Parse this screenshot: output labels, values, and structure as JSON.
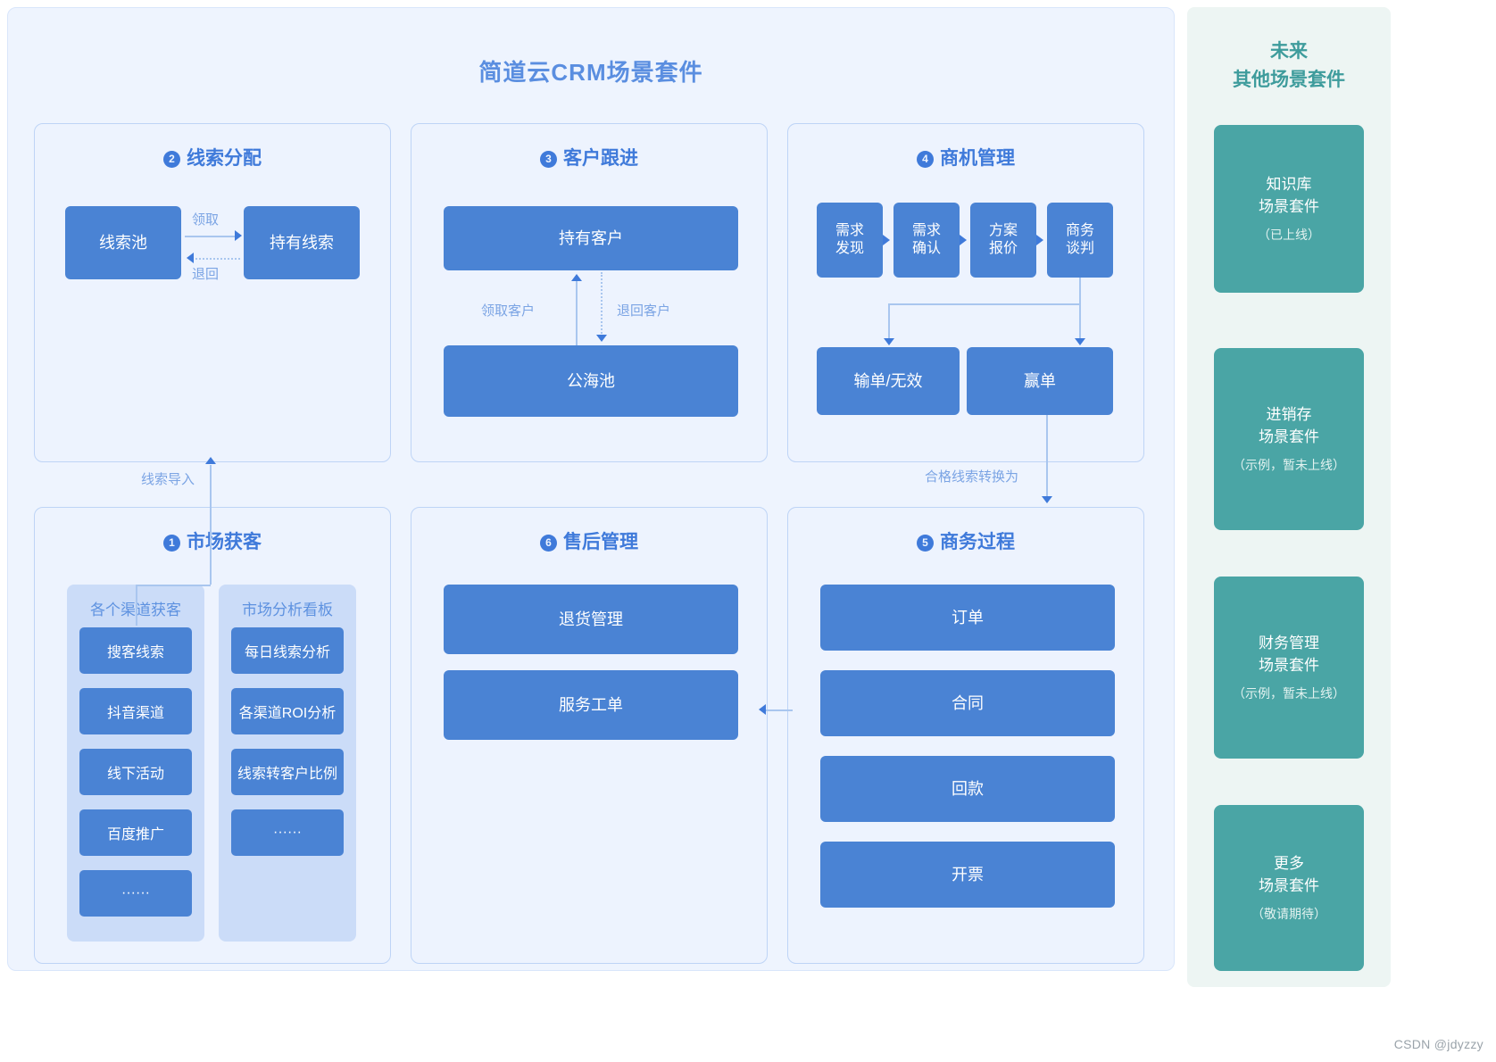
{
  "title": "简道云CRM场景套件",
  "watermark": "CSDN @jdyzzy",
  "sections": {
    "lead_assign": {
      "num": "2",
      "title": "线索分配",
      "nodes": {
        "pool": "线索池",
        "owned": "持有线索"
      },
      "edges": {
        "claim": "领取",
        "return": "退回"
      }
    },
    "customer_follow": {
      "num": "3",
      "title": "客户跟进",
      "nodes": {
        "owned": "持有客户",
        "sea": "公海池"
      },
      "edges": {
        "claim": "领取客户",
        "return": "退回客户"
      }
    },
    "opportunity": {
      "num": "4",
      "title": "商机管理",
      "stages": [
        "需求\n发现",
        "需求\n确认",
        "方案\n报价",
        "商务\n谈判"
      ],
      "stage_lines": [
        [
          "需求",
          "发现"
        ],
        [
          "需求",
          "确认"
        ],
        [
          "方案",
          "报价"
        ],
        [
          "商务",
          "谈判"
        ]
      ],
      "outcomes": {
        "lose": "输单/无效",
        "win": "赢单"
      }
    },
    "market": {
      "num": "1",
      "title": "市场获客",
      "groups": [
        {
          "title": "各个渠道获客",
          "items": [
            "搜客线索",
            "抖音渠道",
            "线下活动",
            "百度推广",
            "······"
          ]
        },
        {
          "title": "市场分析看板",
          "items": [
            "每日线索分析",
            "各渠道ROI分析",
            "线索转客户比例",
            "······"
          ]
        }
      ]
    },
    "after_sales": {
      "num": "6",
      "title": "售后管理",
      "items": [
        "退货管理",
        "服务工单"
      ]
    },
    "business": {
      "num": "5",
      "title": "商务过程",
      "items": [
        "订单",
        "合同",
        "回款",
        "开票"
      ]
    }
  },
  "cross_edges": {
    "lead_import": "线索导入",
    "qualified_convert": "合格线索转换为"
  },
  "sidebar": {
    "title_line1": "未来",
    "title_line2": "其他场景套件",
    "cards": [
      {
        "name_line1": "知识库",
        "name_line2": "场景套件",
        "state": "（已上线）"
      },
      {
        "name_line1": "进销存",
        "name_line2": "场景套件",
        "state": "（示例，暂未上线）"
      },
      {
        "name_line1": "财务管理",
        "name_line2": "场景套件",
        "state": "（示例，暂未上线）"
      },
      {
        "name_line1": "更多",
        "name_line2": "场景套件",
        "state": "（敬请期待）"
      }
    ]
  },
  "colors": {
    "node_blue": "#4a83d4",
    "panel_bg": "#edf3fe",
    "panel_border": "#bed4f6",
    "frame_bg": "#eef4fe",
    "title_blue": "#5a8ee0",
    "subgroup_bg": "#cbdcf8",
    "teal": "#4aa5a5",
    "sidebar_bg": "#edf5f3",
    "connector": "#a9c6ef"
  }
}
